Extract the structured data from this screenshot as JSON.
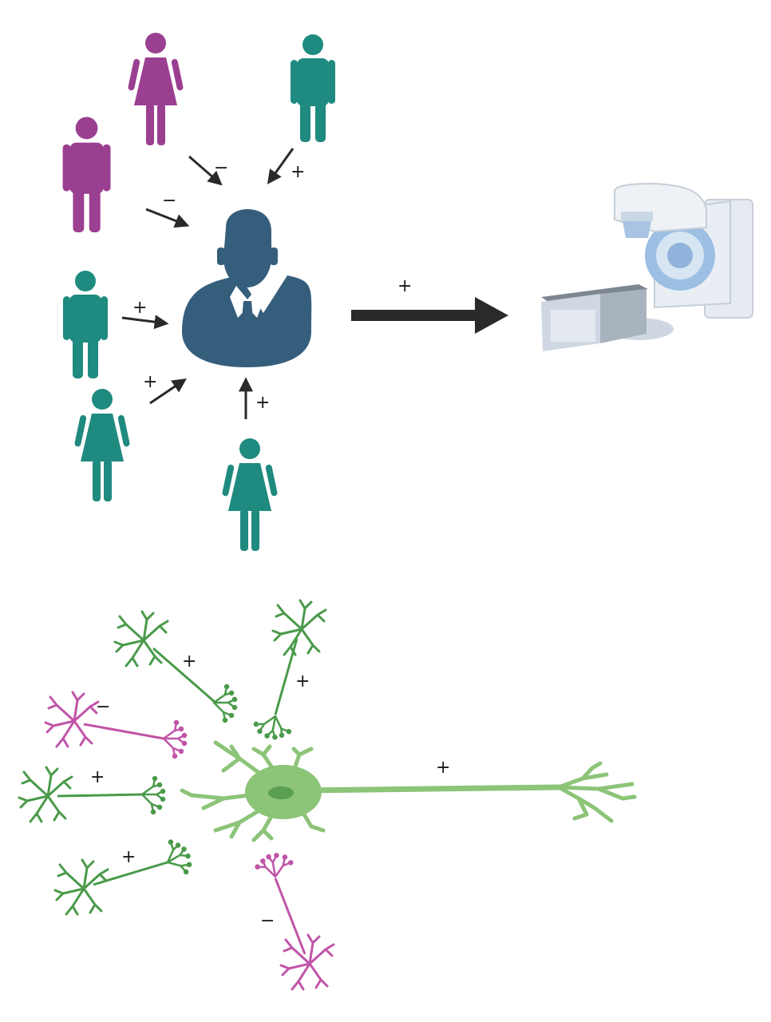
{
  "colors": {
    "positive_person": "#1f8a7f",
    "negative_person": "#9b3f91",
    "central_person": "#355e7c",
    "arrow": "#2a2a2a",
    "neuron_positive": "#4a9a4a",
    "neuron_negative": "#c054a8",
    "neuron_central": "#8cc478",
    "machine_light": "#e6ebf1",
    "machine_blue": "#9cbfe3"
  },
  "top_panel": {
    "influences": [
      {
        "sign": "−",
        "person": "woman",
        "valence": "negative"
      },
      {
        "sign": "+",
        "person": "man",
        "valence": "positive"
      },
      {
        "sign": "−",
        "person": "man",
        "valence": "negative"
      },
      {
        "sign": "+",
        "person": "man",
        "valence": "positive"
      },
      {
        "sign": "+",
        "person": "woman",
        "valence": "positive"
      },
      {
        "sign": "+",
        "person": "woman",
        "valence": "positive"
      }
    ],
    "output": {
      "sign": "+",
      "target_icon": "radiotherapy-machine-icon"
    }
  },
  "bottom_panel": {
    "inputs": [
      {
        "sign": "+",
        "valence": "positive"
      },
      {
        "sign": "+",
        "valence": "positive"
      },
      {
        "sign": "−",
        "valence": "negative"
      },
      {
        "sign": "+",
        "valence": "positive"
      },
      {
        "sign": "+",
        "valence": "positive"
      },
      {
        "sign": "−",
        "valence": "negative"
      }
    ],
    "output": {
      "sign": "+"
    }
  }
}
